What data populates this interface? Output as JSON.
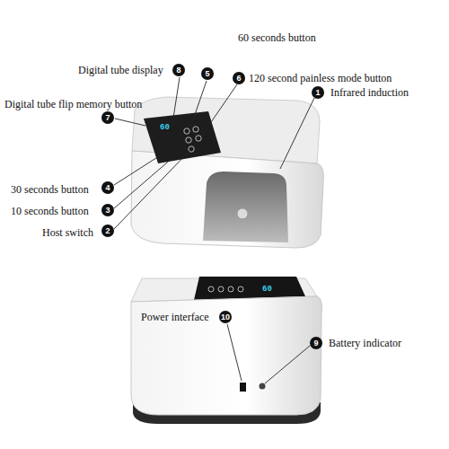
{
  "diagram": {
    "labels": [
      "Digital tube display",
      "8",
      "60 seconds button",
      "5",
      "120 second painless mode button",
      "6",
      "Infrared induction",
      "1",
      "Digital tube flip memory button",
      "7",
      "60",
      "30 seconds button",
      "4",
      "10 seconds button",
      "3",
      "Host switch",
      "2",
      "Power interface",
      "10",
      "Battery indicator",
      "9",
      "60"
    ]
  }
}
